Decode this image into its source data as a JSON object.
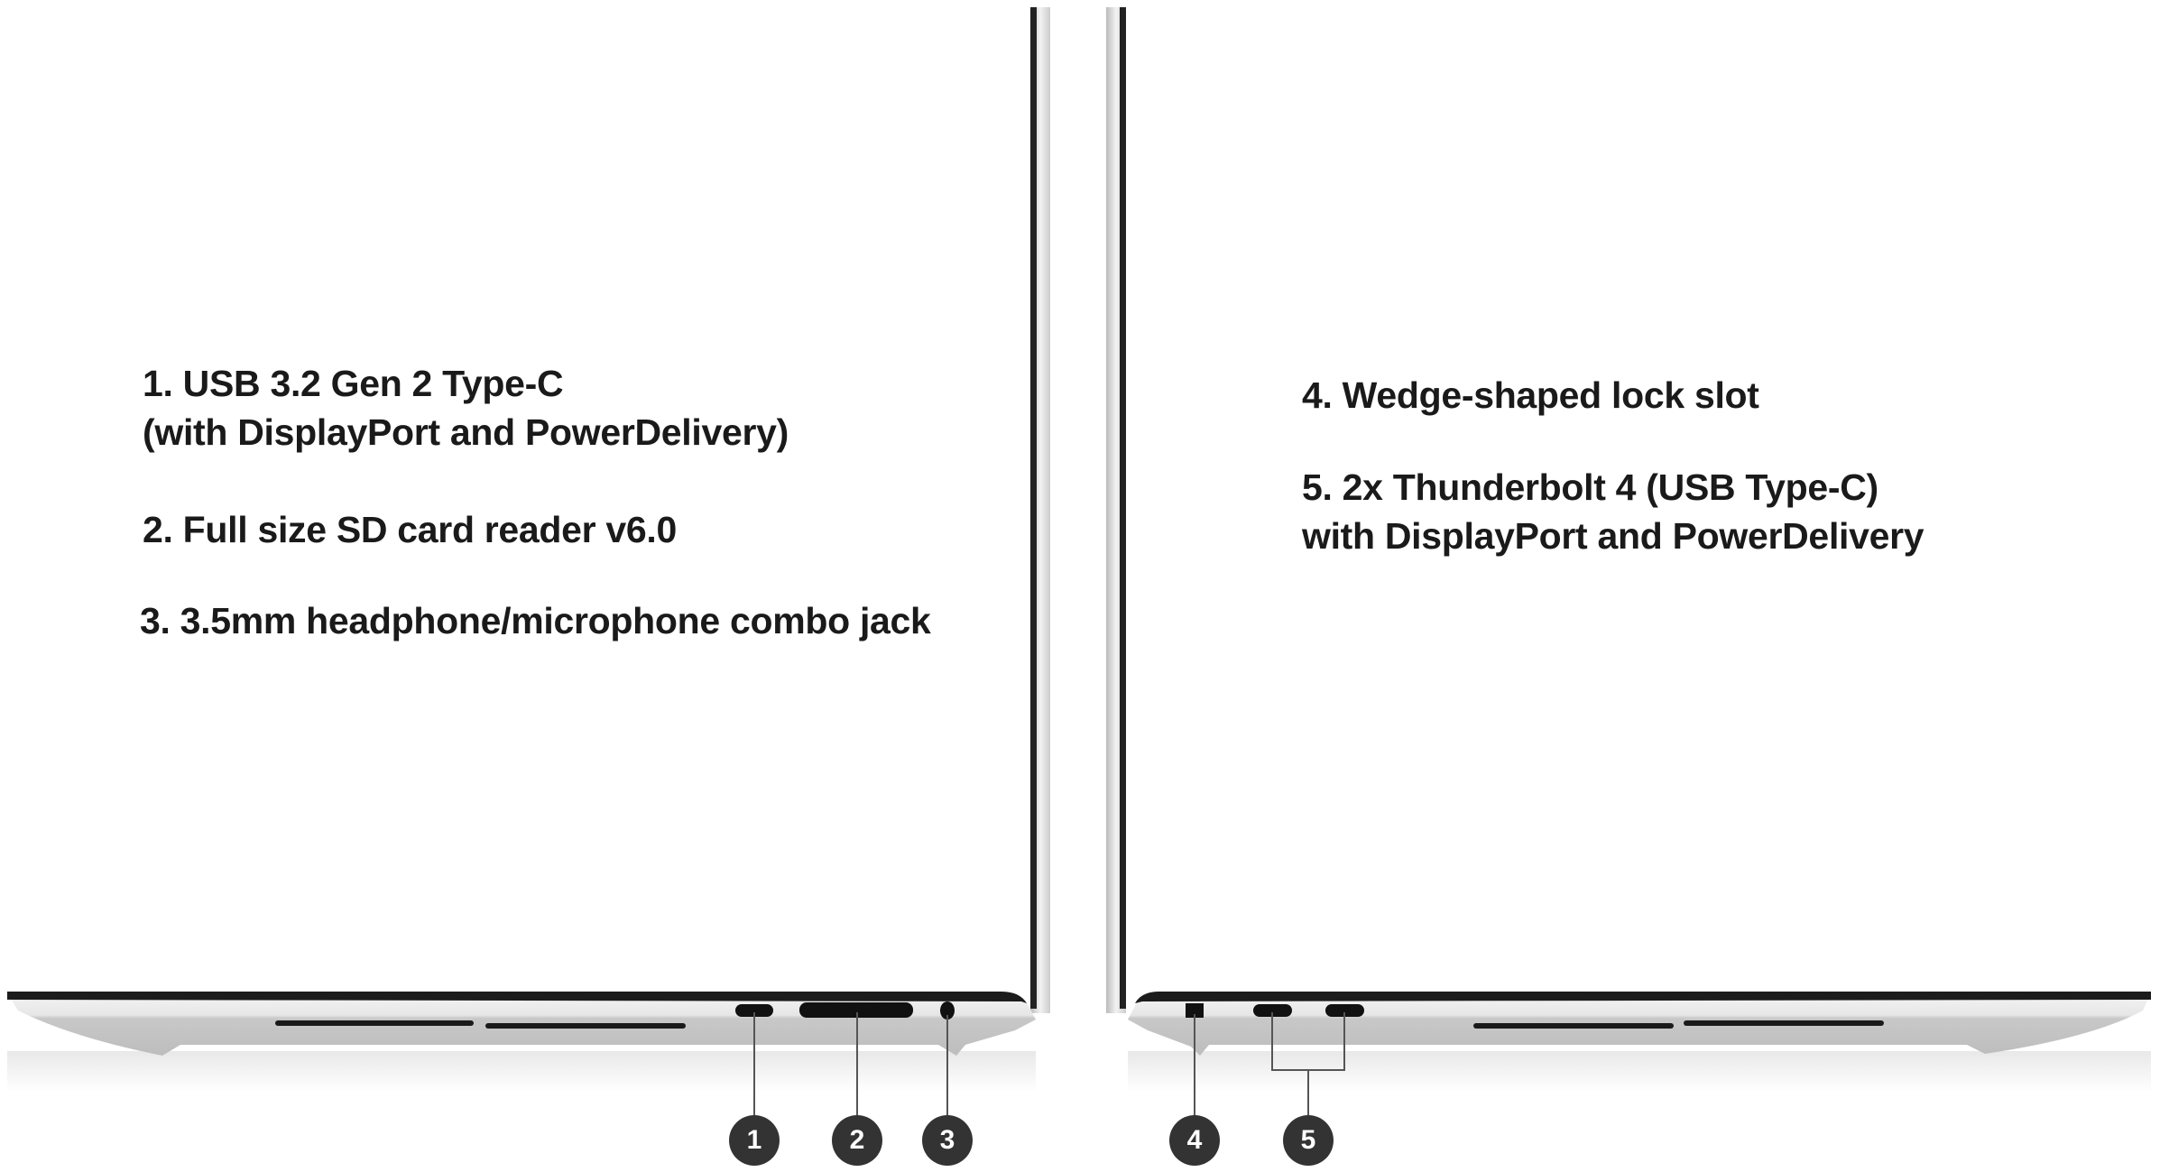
{
  "left_side": {
    "items": [
      {
        "line1": "1. USB 3.2 Gen 2 Type-C",
        "line2": "(with DisplayPort and PowerDelivery)"
      },
      {
        "line1": "2. Full size SD card reader v6.0"
      },
      {
        "line1": "3. 3.5mm headphone/microphone combo jack"
      }
    ]
  },
  "right_side": {
    "items": [
      {
        "line1": "4. Wedge-shaped lock slot"
      },
      {
        "line1": "5. 2x Thunderbolt 4 (USB Type-C)",
        "line2": "with DisplayPort and PowerDelivery"
      }
    ]
  },
  "callouts": [
    "1",
    "2",
    "3",
    "4",
    "5"
  ],
  "colors": {
    "callout": "#333333",
    "text": "#1a1a1a",
    "chassis": "#d8d8d8"
  }
}
